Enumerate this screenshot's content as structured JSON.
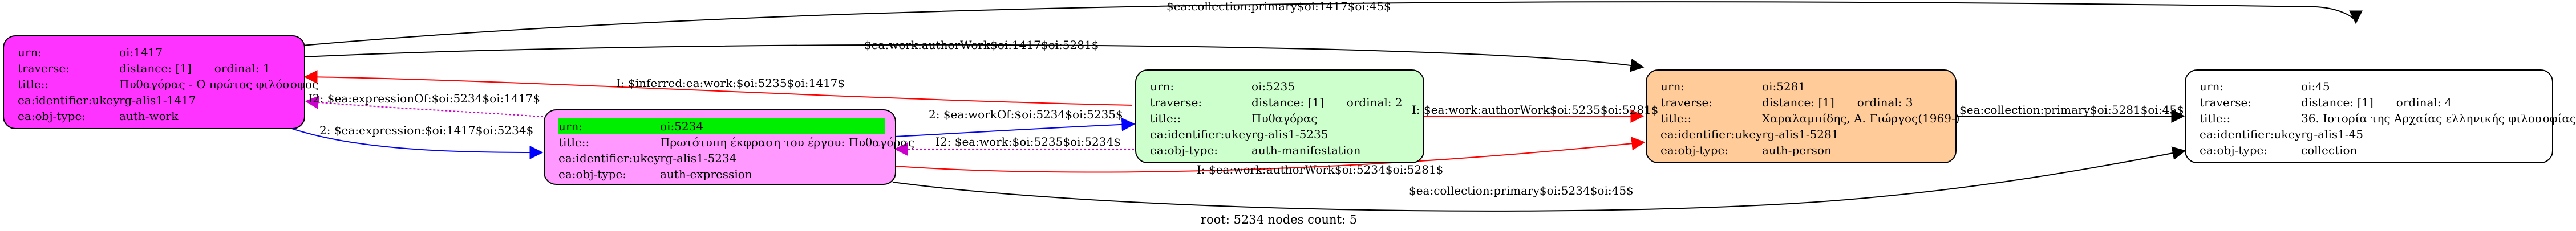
{
  "nodes": {
    "n1417": {
      "color": "#ff33ff",
      "rows": [
        {
          "k": "urn:",
          "v": "oi:1417"
        },
        {
          "k": "traverse:",
          "v": "distance: [1]",
          "v2": "ordinal: 1"
        },
        {
          "k": "title::",
          "v": "Πυθαγόρας - Ο πρώτος φιλόσοφος"
        },
        {
          "k": "ea:identifier:ukey",
          "v": "rg-alis1-1417"
        },
        {
          "k": "ea:obj-type:",
          "v": "auth-work"
        }
      ]
    },
    "n5234": {
      "color": "#ff99ff",
      "highlight": "#00ee00",
      "rows": [
        {
          "k": "urn:",
          "v": "oi:5234"
        },
        {
          "k": "title::",
          "v": "Πρωτότυπη έκφραση του έργου: Πυθαγόρας"
        },
        {
          "k": "ea:identifier:ukey",
          "v": "rg-alis1-5234"
        },
        {
          "k": "ea:obj-type:",
          "v": "auth-expression"
        }
      ]
    },
    "n5235": {
      "color": "#ccffcc",
      "rows": [
        {
          "k": "urn:",
          "v": "oi:5235"
        },
        {
          "k": "traverse:",
          "v": "distance: [1]",
          "v2": "ordinal: 2"
        },
        {
          "k": "title::",
          "v": "Πυθαγόρας"
        },
        {
          "k": "ea:identifier:ukey",
          "v": "rg-alis1-5235"
        },
        {
          "k": "ea:obj-type:",
          "v": "auth-manifestation"
        }
      ]
    },
    "n5281": {
      "color": "#ffcc99",
      "rows": [
        {
          "k": "urn:",
          "v": "oi:5281"
        },
        {
          "k": "traverse:",
          "v": "distance: [1]",
          "v2": "ordinal: 3"
        },
        {
          "k": "title::",
          "v": "Χαραλαμπίδης, Α. Γιώργος(1969-)"
        },
        {
          "k": "ea:identifier:ukey",
          "v": "rg-alis1-5281"
        },
        {
          "k": "ea:obj-type:",
          "v": "auth-person"
        }
      ]
    },
    "n45": {
      "color": "#ffffff",
      "rows": [
        {
          "k": "urn:",
          "v": "oi:45"
        },
        {
          "k": "traverse:",
          "v": "distance: [1]",
          "v2": "ordinal: 4"
        },
        {
          "k": "title::",
          "v": "36. Ιστορία της Αρχαίας ελληνικής φιλοσοφίας"
        },
        {
          "k": "ea:identifier:ukey",
          "v": "rg-alis1-45"
        },
        {
          "k": "ea:obj-type:",
          "v": "collection"
        }
      ]
    }
  },
  "edges": [
    {
      "id": "e1",
      "label": "$ea:collection:primary$oi:1417$oi:45$",
      "color": "#000000"
    },
    {
      "id": "e2",
      "label": "$ea:work:authorWork$oi:1417$oi:5281$",
      "color": "#000000"
    },
    {
      "id": "e3",
      "label": "I: $inferred:ea:work:$oi:5235$oi:1417$",
      "color": "#ff0000"
    },
    {
      "id": "e4",
      "label": "I2: $ea:expressionOf:$oi:5234$oi:1417$",
      "color": "#cc00cc"
    },
    {
      "id": "e5",
      "label": "2: $ea:expression:$oi:1417$oi:5234$",
      "color": "#0000ff"
    },
    {
      "id": "e6",
      "label": "2: $ea:workOf:$oi:5234$oi:5235$",
      "color": "#0000ff"
    },
    {
      "id": "e7",
      "label": "I2: $ea:work:$oi:5235$oi:5234$",
      "color": "#cc00cc"
    },
    {
      "id": "e8",
      "label": "I: $ea:work:authorWork$oi:5235$oi:5281$",
      "color": "#ff0000"
    },
    {
      "id": "e9",
      "label": "I: $ea:work:authorWork$oi:5234$oi:5281$",
      "color": "#ff0000"
    },
    {
      "id": "e10",
      "label": "$ea:collection:primary$oi:5281$oi:45$",
      "color": "#000000"
    },
    {
      "id": "e11",
      "label": "$ea:collection:primary$oi:5234$oi:45$",
      "color": "#000000"
    }
  ],
  "footer": "root: 5234 nodes count: 5"
}
